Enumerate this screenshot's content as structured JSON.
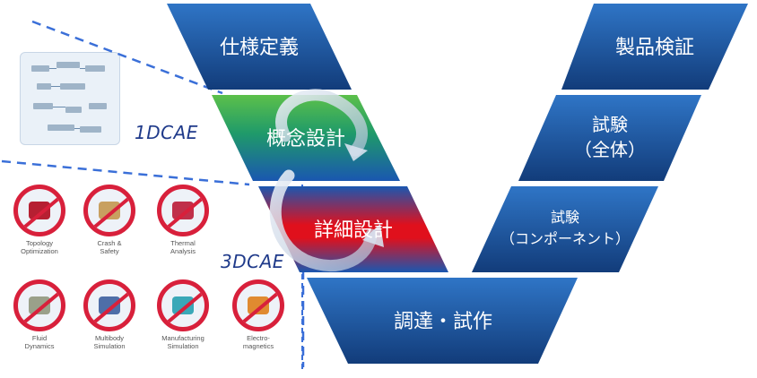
{
  "v_boxes": {
    "left": [
      "仕様定義",
      "概念設計",
      "詳細設計"
    ],
    "bottom": "調達・試作",
    "right_top": "製品検証",
    "right_mid_l1": "試験",
    "right_mid_l2": "（全体）",
    "right_low_l1": "試験",
    "right_low_l2": "（コンポーネント）"
  },
  "labels": {
    "cae1": "1DCAE",
    "cae3": "3DCAE"
  },
  "tools": [
    {
      "l1": "Topology",
      "l2": "Optimization",
      "icon": "topology-icon",
      "color": "#b62032"
    },
    {
      "l1": "Crash &",
      "l2": "Safety",
      "icon": "crash-icon",
      "color": "#c8a060"
    },
    {
      "l1": "Thermal",
      "l2": "Analysis",
      "icon": "thermal-icon",
      "color": "#c0304a"
    },
    {
      "l1": "Fluid",
      "l2": "Dynamics",
      "icon": "fluid-icon",
      "color": "#9aa08a"
    },
    {
      "l1": "Multibody",
      "l2": "Simulation",
      "icon": "multibody-icon",
      "color": "#4e6ea8"
    },
    {
      "l1": "Manufacturing",
      "l2": "Simulation",
      "icon": "manufacturing-icon",
      "color": "#3aa8b8"
    },
    {
      "l1": "Electro-",
      "l2": "magnetics",
      "icon": "electromagnetics-icon",
      "color": "#e08a30"
    }
  ],
  "colors": {
    "blue_dark": "#123c7a",
    "blue_light": "#2f75c6",
    "accent_red": "#e0101c",
    "accent_green": "#39b24a",
    "dash": "#3a6fd8"
  }
}
